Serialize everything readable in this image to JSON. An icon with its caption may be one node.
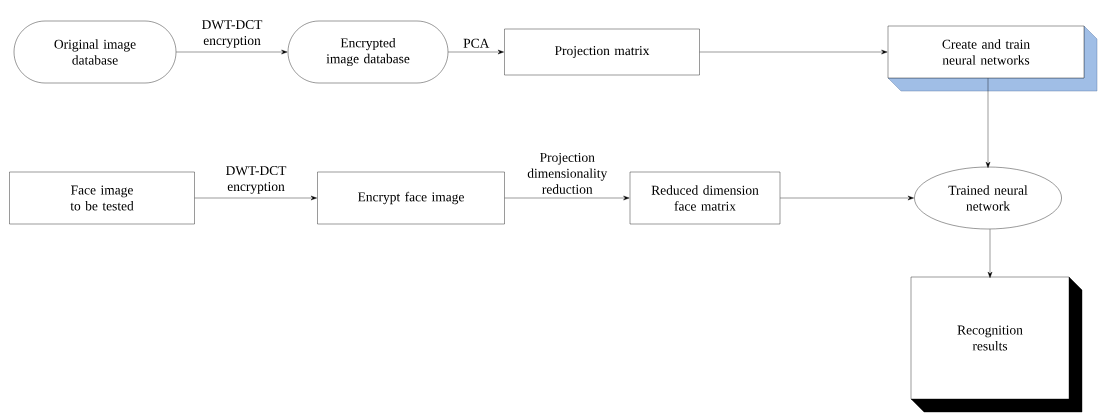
{
  "diagram": {
    "nodes": [
      {
        "text": [
          "Original image database"
        ]
      },
      {
        "text": [
          "Encrypted image database"
        ]
      },
      {
        "text": [
          "Projection matrix"
        ]
      },
      {
        "text": [
          "Create and train neural networks"
        ]
      },
      {
        "text": [
          "Face image to be tested"
        ]
      },
      {
        "text": [
          "Encrypt face image"
        ]
      },
      {
        "text": [
          "Reduced dimension face matrix"
        ]
      },
      {
        "text": [
          "Trained neural network"
        ]
      },
      {
        "text": [
          "Recognition results"
        ]
      }
    ],
    "edges": [
      {
        "from": 0,
        "to": 1,
        "arrow": "to",
        "label": "DWT-DCT encryption"
      },
      {
        "from": 1,
        "to": 2,
        "arrow": "to",
        "label": "PCA"
      },
      {
        "from": 2,
        "to": 3,
        "arrow": "to"
      },
      {
        "from": 3,
        "to": 7,
        "arrow": "to"
      },
      {
        "from": 4,
        "to": 5,
        "arrow": "to",
        "label": "DWT-DCT encryption"
      },
      {
        "from": 5,
        "to": 6,
        "arrow": "to",
        "label": "Projection dimensionality reduction"
      },
      {
        "from": 6,
        "to": 7,
        "arrow": "to"
      },
      {
        "from": 7,
        "to": 8,
        "arrow": "to"
      }
    ]
  }
}
